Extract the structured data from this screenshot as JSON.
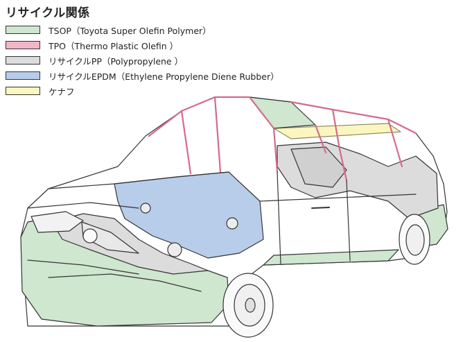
{
  "title": "リサイクル関係",
  "legend": [
    {
      "label": "TSOP（Toyota Super Olefin Polymer）",
      "color": "#cfe6cf"
    },
    {
      "label": "TPO（Thermo Plastic Olefin ）",
      "color": "#f1b5c6"
    },
    {
      "label": "リサイクルPP（Polypropylene ）",
      "color": "#dcdcdc"
    },
    {
      "label": "リサイクルEPDM（Ethylene Propylene Diene Rubber）",
      "color": "#b7cdea"
    },
    {
      "label": "ケナフ",
      "color": "#fbf6c0"
    }
  ]
}
